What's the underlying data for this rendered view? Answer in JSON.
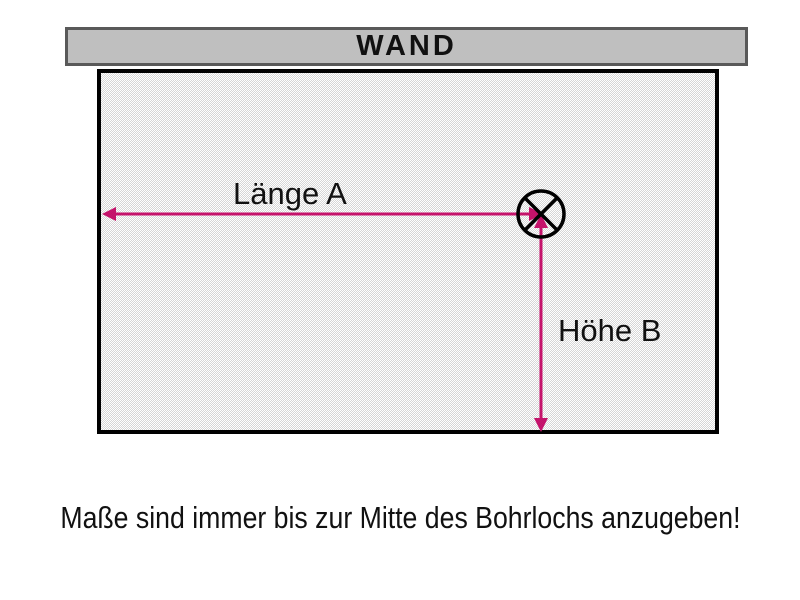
{
  "header": {
    "title": "WAND"
  },
  "wall": {
    "length_label": "Länge A",
    "height_label": "Höhe B",
    "drill_hole_symbol": "crossed-circle"
  },
  "caption": {
    "text": "Maße sind immer bis zur Mitte des Bohrlochs anzugeben!"
  },
  "colors": {
    "arrow": "#c4136b",
    "bar-fill": "#bfbfbf",
    "bar-border": "#595959",
    "outline": "#000000",
    "text": "#111111"
  }
}
